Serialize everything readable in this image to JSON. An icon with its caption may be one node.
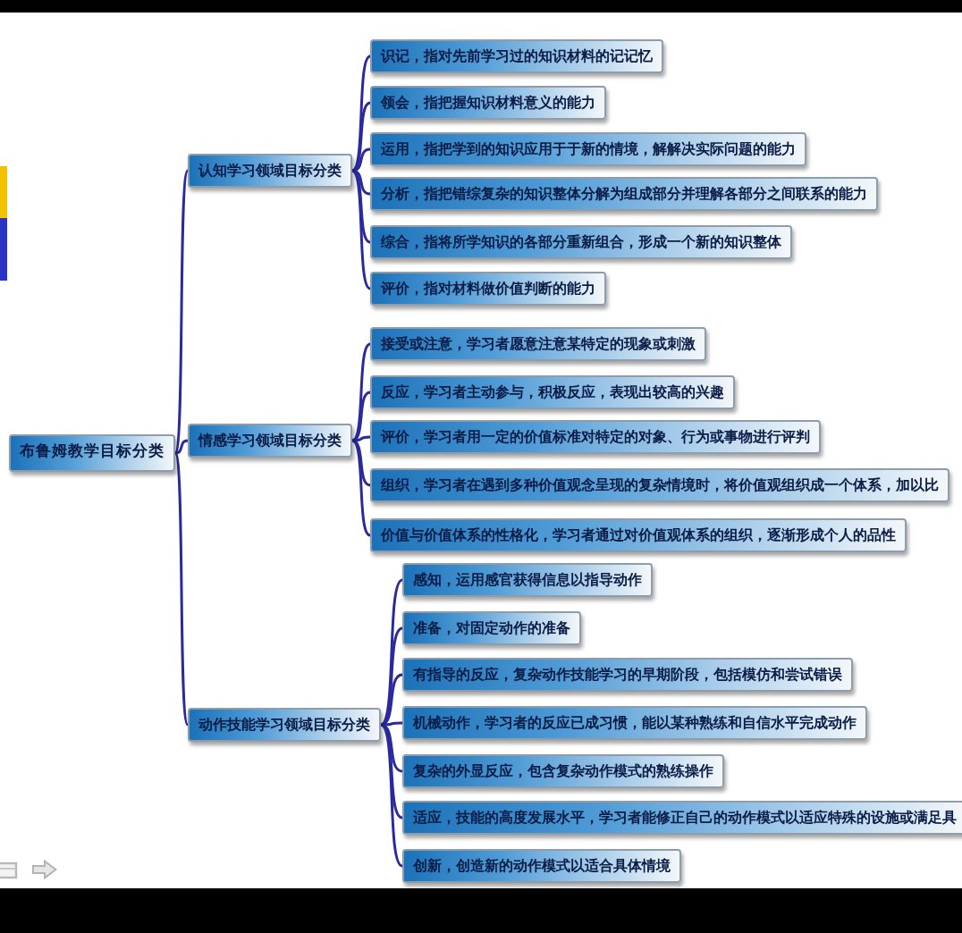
{
  "diagram": {
    "nodes": [
      {
        "text": [
          "布鲁姆教学目标分类"
        ]
      },
      {
        "text": [
          "认知学习领域目标分类"
        ]
      },
      {
        "text": [
          "识记，指对先前学习过的知识材料的记记忆"
        ]
      },
      {
        "text": [
          "领会，指把握知识材料意义的能力"
        ]
      },
      {
        "text": [
          "运用，指把学到的知识应用于于新的情境，解解决实际问题的能力"
        ]
      },
      {
        "text": [
          "分析，指把错综复杂的知识整体分解为组成部分并理解各部分之间联系的能力"
        ]
      },
      {
        "text": [
          "综合，指将所学知识的各部分重新组合，形成一个新的知识整体"
        ]
      },
      {
        "text": [
          "评价，指对材料做价值判断的能力"
        ]
      },
      {
        "text": [
          "情感学习领域目标分类"
        ]
      },
      {
        "text": [
          "接受或注意，学习者愿意注意某特定的现象或刺激"
        ]
      },
      {
        "text": [
          "反应，学习者主动参与，积极反应，表现出较高的兴趣"
        ]
      },
      {
        "text": [
          "评价，学习者用一定的价值标准对特定的对象、行为或事物进行评判"
        ]
      },
      {
        "text": [
          "组织，学习者在遇到多种价值观念呈现的复杂情境时，将价值观组织成一个体系，加以比"
        ]
      },
      {
        "text": [
          "价值与价值体系的性格化，学习者通过对价值观体系的组织，逐渐形成个人的品性"
        ]
      },
      {
        "text": [
          "动作技能学习领域目标分类"
        ]
      },
      {
        "text": [
          "感知，运用感官获得信息以指导动作"
        ]
      },
      {
        "text": [
          "准备，对固定动作的准备"
        ]
      },
      {
        "text": [
          "有指导的反应，复杂动作技能学习的早期阶段，包括模仿和尝试错误"
        ]
      },
      {
        "text": [
          "机械动作，学习者的反应已成习惯，能以某种熟练和自信水平完成动作"
        ]
      },
      {
        "text": [
          "复杂的外显反应，包含复杂动作模式的熟练操作"
        ]
      },
      {
        "text": [
          "适应，技能的高度发展水平，学习者能修正自己的动作模式以适应特殊的设施或满足具"
        ]
      },
      {
        "text": [
          "创新，创造新的动作模式以适合具体情境"
        ]
      }
    ],
    "edges": [
      {
        "from": 0,
        "to": 1,
        "arrow": "none"
      },
      {
        "from": 0,
        "to": 8,
        "arrow": "none"
      },
      {
        "from": 0,
        "to": 14,
        "arrow": "none"
      },
      {
        "from": 1,
        "to": 2,
        "arrow": "none"
      },
      {
        "from": 1,
        "to": 3,
        "arrow": "none"
      },
      {
        "from": 1,
        "to": 4,
        "arrow": "none"
      },
      {
        "from": 1,
        "to": 5,
        "arrow": "none"
      },
      {
        "from": 1,
        "to": 6,
        "arrow": "none"
      },
      {
        "from": 1,
        "to": 7,
        "arrow": "none"
      },
      {
        "from": 8,
        "to": 9,
        "arrow": "none"
      },
      {
        "from": 8,
        "to": 10,
        "arrow": "none"
      },
      {
        "from": 8,
        "to": 11,
        "arrow": "none"
      },
      {
        "from": 8,
        "to": 12,
        "arrow": "none"
      },
      {
        "from": 8,
        "to": 13,
        "arrow": "none"
      },
      {
        "from": 14,
        "to": 15,
        "arrow": "none"
      },
      {
        "from": 14,
        "to": 16,
        "arrow": "none"
      },
      {
        "from": 14,
        "to": 17,
        "arrow": "none"
      },
      {
        "from": 14,
        "to": 18,
        "arrow": "none"
      },
      {
        "from": 14,
        "to": 19,
        "arrow": "none"
      },
      {
        "from": 14,
        "to": 20,
        "arrow": "none"
      },
      {
        "from": 14,
        "to": 21,
        "arrow": "none"
      }
    ]
  }
}
